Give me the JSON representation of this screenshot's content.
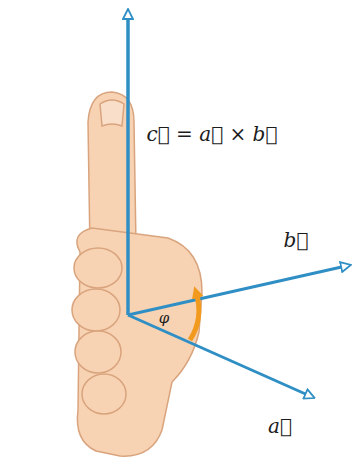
{
  "diagram": {
    "labels": [
      "c⃗ = a⃗ × b⃗",
      "b⃗",
      "φ",
      "a⃗"
    ]
  }
}
